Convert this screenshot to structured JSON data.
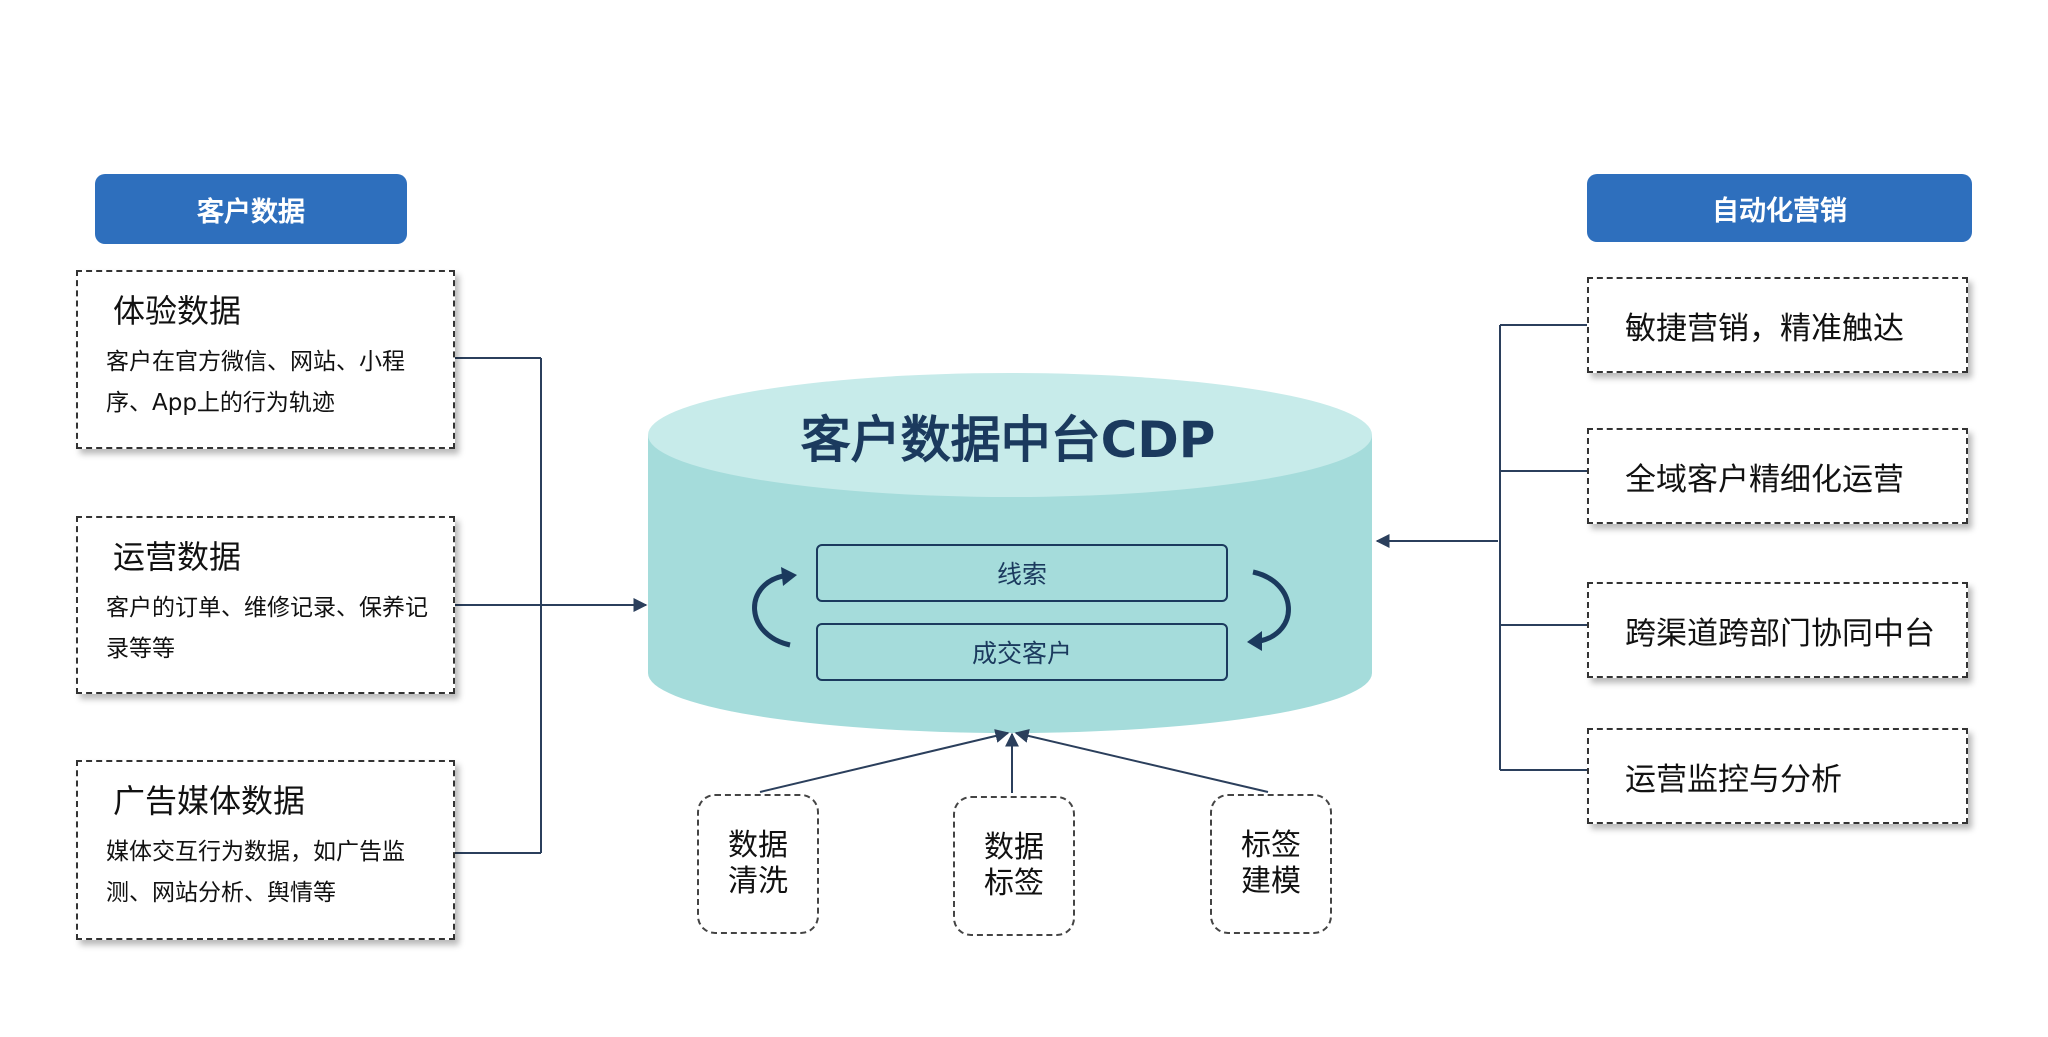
{
  "left_header": "客户数据",
  "right_header": "自动化营销",
  "sources": [
    {
      "title": "体验数据",
      "desc": "客户在官方微信、网站、小程序、App上的行为轨迹"
    },
    {
      "title": "运营数据",
      "desc": "客户的订单、维修记录、保养记录等等"
    },
    {
      "title": "广告媒体数据",
      "desc": "媒体交互行为数据，如广告监测、网站分析、舆情等"
    }
  ],
  "cdp": {
    "title": "客户数据中台CDP",
    "inner": [
      "线索",
      "成交客户"
    ]
  },
  "processes": [
    {
      "line1": "数据",
      "line2": "清洗"
    },
    {
      "line1": "数据",
      "line2": "标签"
    },
    {
      "line1": "标签",
      "line2": "建模"
    }
  ],
  "marketing": [
    "敏捷营销，精准触达",
    "全域客户精细化运营",
    "跨渠道跨部门协同中台",
    "运营监控与分析"
  ],
  "colors": {
    "header_blue": "#2e6fbd",
    "cylinder_body": "#a5dcdb",
    "cylinder_top": "#c7ebea",
    "dark_navy": "#1b3a5e",
    "connector": "#2b3f5c"
  }
}
